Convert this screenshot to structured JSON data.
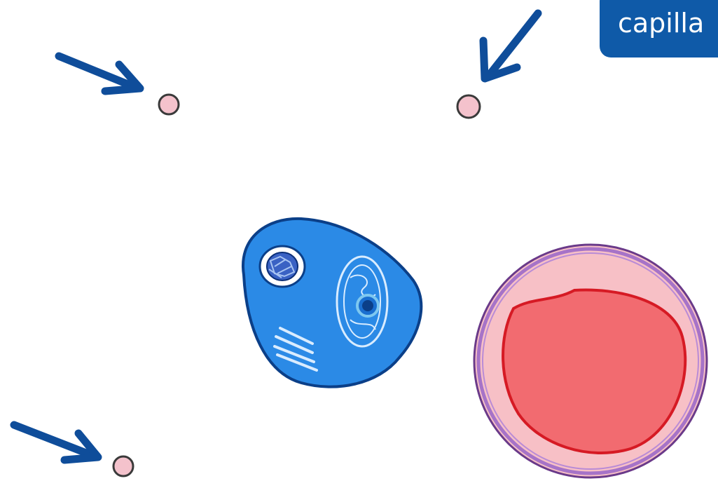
{
  "diagram": {
    "label": "capilla",
    "colors": {
      "arrow": "#0f4d9a",
      "label_bg": "#0f5aa8",
      "label_text": "#ffffff",
      "particle_fill": "#f4c2cc",
      "particle_stroke": "#3a3a3a",
      "cell_fill": "#2b8ae6",
      "cell_outline": "#0b3f88",
      "rbc_outer": "#f7c0c6",
      "rbc_rim": "#a673c8",
      "rbc_inner": "#f26b70",
      "rbc_inner_stroke": "#d61a24"
    },
    "arrows": [
      {
        "direction": "down-right",
        "target": "particle-1"
      },
      {
        "direction": "down-left",
        "target": "particle-2"
      },
      {
        "direction": "down-right",
        "target": "particle-3"
      }
    ]
  }
}
